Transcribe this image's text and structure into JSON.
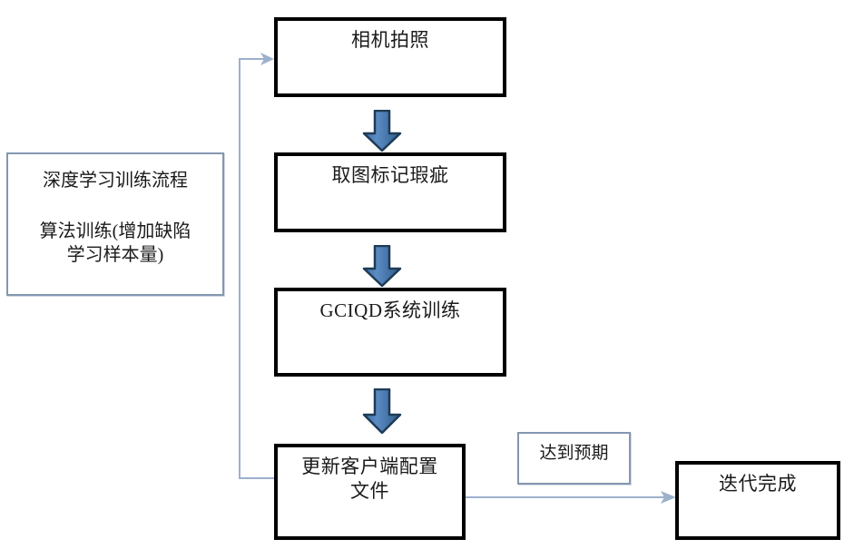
{
  "diagram": {
    "title_panel": {
      "line1": "深度学习训练流程",
      "line2": "算法训练(增加缺陷\n学习样本量)"
    },
    "nodes": {
      "camera": "相机拍照",
      "mark": "取图标记瑕疵",
      "train": "GCIQD系统训练",
      "update": "更新客户端配置\n文件",
      "done": "迭代完成"
    },
    "labels": {
      "expected": "达到预期"
    },
    "colors": {
      "box_border": "#000000",
      "panel_border": "#8497b0",
      "connector": "#9db0cc",
      "arrow_fill_light": "#5b8cc4",
      "arrow_fill_dark": "#2e5c8a",
      "arrow_outline": "#1f3b57",
      "text": "#1a1a1a",
      "background": "#ffffff"
    }
  }
}
